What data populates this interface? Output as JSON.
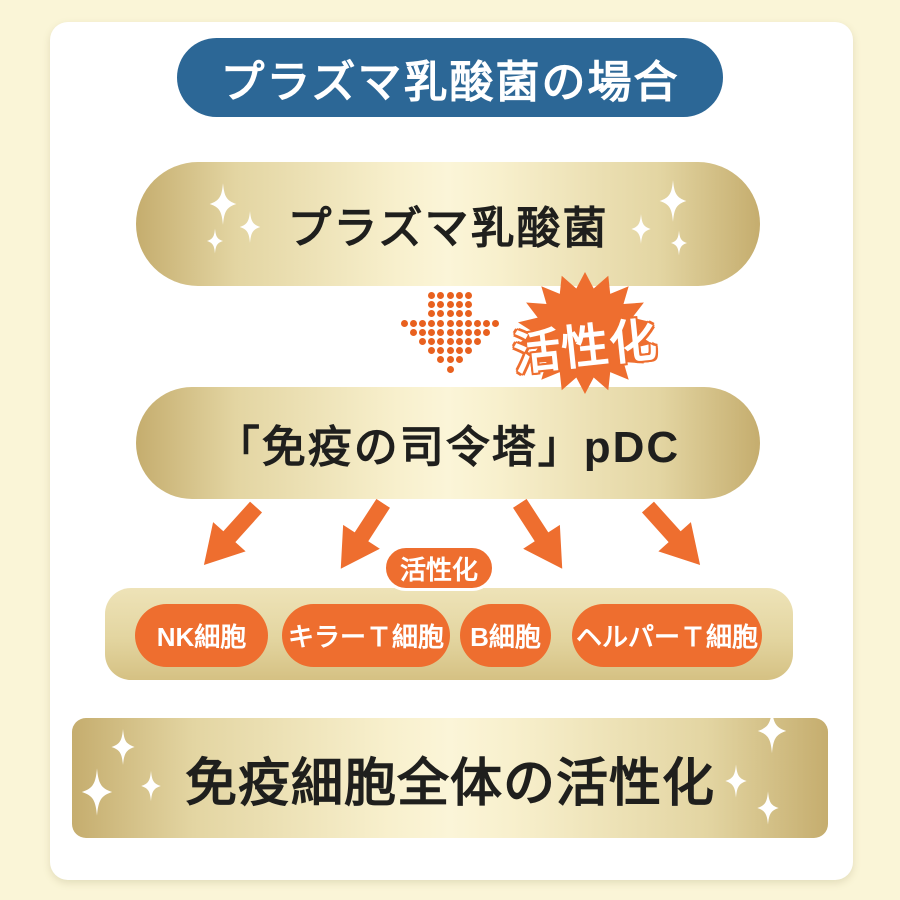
{
  "header": {
    "title": "プラズマ乳酸菌の場合"
  },
  "flow": {
    "source_label": "プラズマ乳酸菌",
    "burst_label": "活性化",
    "pdc_label": "「免疫の司令塔」pDC",
    "activation_label": "活性化",
    "cells": [
      {
        "label": "NK細胞"
      },
      {
        "label": "キラーＴ細胞"
      },
      {
        "label": "B細胞"
      },
      {
        "label": "ヘルパーＴ細胞"
      }
    ],
    "result_label": "免疫細胞全体の活性化"
  },
  "colors": {
    "background": "#faf5d7",
    "card": "#ffffff",
    "banner_blue": "#2c6796",
    "accent_orange": "#ee6e2f",
    "dot_orange": "#e8611f",
    "gold_dark": "#c5ad6e",
    "gold_light": "#fbf5d8",
    "text_dark": "#1f1f1d"
  }
}
